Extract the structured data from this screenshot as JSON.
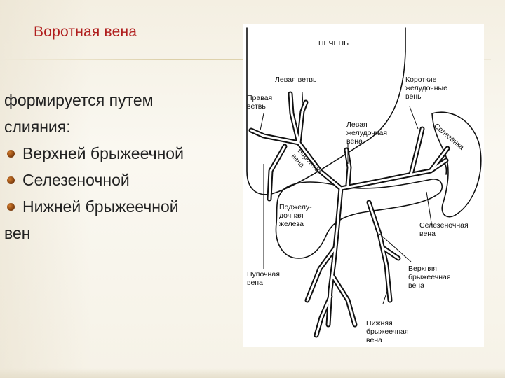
{
  "slide": {
    "title": "Воротная вена",
    "intro_1": "формируется путем",
    "intro_2": "слияния:",
    "bullets": [
      "Верхней брыжеечной",
      "Селезеночной",
      "Нижней брыжеечной"
    ],
    "outro": "вен"
  },
  "figure": {
    "labels": {
      "liver": "ПЕЧЕНЬ",
      "left_branch": "Левая ветвь",
      "right_branch": "Правая\nветвь",
      "short_gastric": "Короткие\nжелудочные\nвены",
      "spleen": "Селезёнка",
      "left_gastric": "Левая\nжелудочная\nвена",
      "portal_vein": "Воротная\nвена",
      "pancreas": "Поджелу-\nдочная\nжелеза",
      "splenic_vein": "Селезёночная\nвена",
      "umbilical_vein": "Пупочная\nвена",
      "superior_mesenteric": "Верхняя\nбрыжеечная\nвена",
      "inferior_mesenteric": "Нижняя\nбрыжеечная\nвена"
    }
  },
  "colors": {
    "title": "#b01d1d",
    "bullet": "#8a4410",
    "text": "#222222"
  }
}
